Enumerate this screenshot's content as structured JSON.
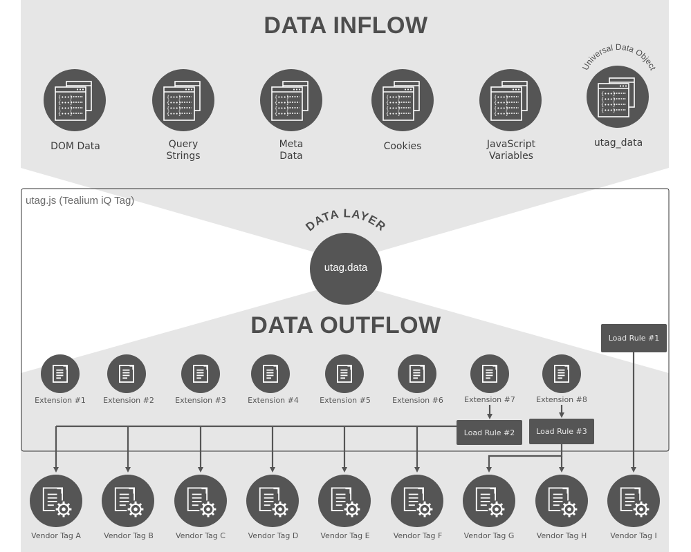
{
  "inflow_title": "DATA INFLOW",
  "sources": [
    {
      "label": "DOM Data"
    },
    {
      "label": "Query\nStrings"
    },
    {
      "label": "Meta\nData"
    },
    {
      "label": "Cookies"
    },
    {
      "label": "JavaScript\nVariables"
    },
    {
      "label": "utag_data",
      "arc_label": "Universal Data Object"
    }
  ],
  "frame_label": "utag.js (Tealium iQ Tag)",
  "data_layer_label": "DATA LAYER",
  "utag_data_label": "utag.data",
  "outflow_title": "DATA OUTFLOW",
  "extensions": [
    "Extension #1",
    "Extension #2",
    "Extension #3",
    "Extension #4",
    "Extension #5",
    "Extension #6",
    "Extension #7",
    "Extension #8"
  ],
  "load_rules": [
    "Load Rule #1",
    "Load Rule #2",
    "Load Rule #3"
  ],
  "vendor_tags": [
    "Vendor Tag A",
    "Vendor Tag B",
    "Vendor Tag C",
    "Vendor Tag D",
    "Vendor Tag E",
    "Vendor Tag F",
    "Vendor Tag G",
    "Vendor Tag H",
    "Vendor Tag I"
  ],
  "colors": {
    "panel": "#e6e6e6",
    "circle": "#555555",
    "line": "#555555",
    "frame": "#333333"
  }
}
